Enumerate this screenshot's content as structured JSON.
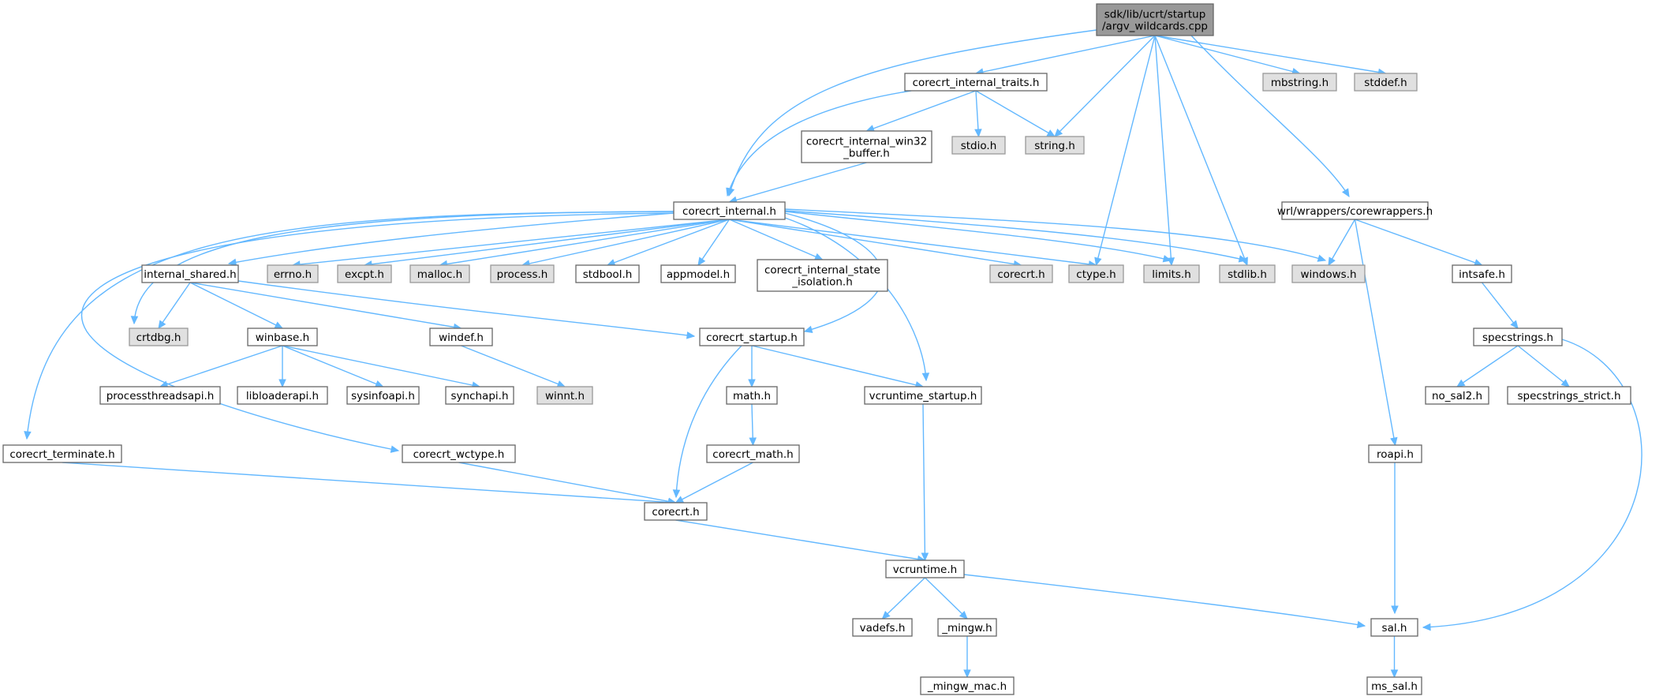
{
  "graph": {
    "root": "n_root",
    "colors": {
      "edge": "#63b8ff",
      "root_fill": "#999999",
      "grey_fill": "#e0e0e0",
      "normal_fill": "#ffffff",
      "border": "#666666"
    },
    "nodes": [
      {
        "id": "n_root",
        "lines": [
          "sdk/lib/ucrt/startup",
          "/argv_wildcards.cpp"
        ],
        "style": "root"
      },
      {
        "id": "n_traits",
        "lines": [
          "corecrt_internal_traits.h"
        ],
        "style": "normal"
      },
      {
        "id": "n_mbstring",
        "lines": [
          "mbstring.h"
        ],
        "style": "grey"
      },
      {
        "id": "n_stddef",
        "lines": [
          "stddef.h"
        ],
        "style": "grey"
      },
      {
        "id": "n_win32buf",
        "lines": [
          "corecrt_internal_win32",
          "_buffer.h"
        ],
        "style": "normal"
      },
      {
        "id": "n_stdio",
        "lines": [
          "stdio.h"
        ],
        "style": "grey"
      },
      {
        "id": "n_string",
        "lines": [
          "string.h"
        ],
        "style": "grey"
      },
      {
        "id": "n_internal",
        "lines": [
          "corecrt_internal.h"
        ],
        "style": "normal"
      },
      {
        "id": "n_wrl",
        "lines": [
          "wrl/wrappers/corewrappers.h"
        ],
        "style": "normal"
      },
      {
        "id": "n_ishared",
        "lines": [
          "internal_shared.h"
        ],
        "style": "normal"
      },
      {
        "id": "n_errno",
        "lines": [
          "errno.h"
        ],
        "style": "grey"
      },
      {
        "id": "n_excpt",
        "lines": [
          "excpt.h"
        ],
        "style": "grey"
      },
      {
        "id": "n_malloc",
        "lines": [
          "malloc.h"
        ],
        "style": "grey"
      },
      {
        "id": "n_process",
        "lines": [
          "process.h"
        ],
        "style": "grey"
      },
      {
        "id": "n_stdbool",
        "lines": [
          "stdbool.h"
        ],
        "style": "normal"
      },
      {
        "id": "n_appmodel",
        "lines": [
          "appmodel.h"
        ],
        "style": "normal"
      },
      {
        "id": "n_stateiso",
        "lines": [
          "corecrt_internal_state",
          "_isolation.h"
        ],
        "style": "normal"
      },
      {
        "id": "n_corecrt_g",
        "lines": [
          "corecrt.h"
        ],
        "style": "grey"
      },
      {
        "id": "n_ctype",
        "lines": [
          "ctype.h"
        ],
        "style": "grey"
      },
      {
        "id": "n_limits",
        "lines": [
          "limits.h"
        ],
        "style": "grey"
      },
      {
        "id": "n_stdlib",
        "lines": [
          "stdlib.h"
        ],
        "style": "grey"
      },
      {
        "id": "n_windows",
        "lines": [
          "windows.h"
        ],
        "style": "grey"
      },
      {
        "id": "n_intsafe",
        "lines": [
          "intsafe.h"
        ],
        "style": "normal"
      },
      {
        "id": "n_crtdbg",
        "lines": [
          "crtdbg.h"
        ],
        "style": "grey"
      },
      {
        "id": "n_winbase",
        "lines": [
          "winbase.h"
        ],
        "style": "normal"
      },
      {
        "id": "n_windef",
        "lines": [
          "windef.h"
        ],
        "style": "normal"
      },
      {
        "id": "n_startup",
        "lines": [
          "corecrt_startup.h"
        ],
        "style": "normal"
      },
      {
        "id": "n_specstr",
        "lines": [
          "specstrings.h"
        ],
        "style": "normal"
      },
      {
        "id": "n_procthr",
        "lines": [
          "processthreadsapi.h"
        ],
        "style": "normal"
      },
      {
        "id": "n_libload",
        "lines": [
          "libloaderapi.h"
        ],
        "style": "normal"
      },
      {
        "id": "n_sysinfo",
        "lines": [
          "sysinfoapi.h"
        ],
        "style": "normal"
      },
      {
        "id": "n_synch",
        "lines": [
          "synchapi.h"
        ],
        "style": "normal"
      },
      {
        "id": "n_winnt",
        "lines": [
          "winnt.h"
        ],
        "style": "grey"
      },
      {
        "id": "n_math",
        "lines": [
          "math.h"
        ],
        "style": "normal"
      },
      {
        "id": "n_vcstartup",
        "lines": [
          "vcruntime_startup.h"
        ],
        "style": "normal"
      },
      {
        "id": "n_nosal2",
        "lines": [
          "no_sal2.h"
        ],
        "style": "normal"
      },
      {
        "id": "n_specstrict",
        "lines": [
          "specstrings_strict.h"
        ],
        "style": "normal"
      },
      {
        "id": "n_terminate",
        "lines": [
          "corecrt_terminate.h"
        ],
        "style": "normal"
      },
      {
        "id": "n_wctype",
        "lines": [
          "corecrt_wctype.h"
        ],
        "style": "normal"
      },
      {
        "id": "n_cmath",
        "lines": [
          "corecrt_math.h"
        ],
        "style": "normal"
      },
      {
        "id": "n_roapi",
        "lines": [
          "roapi.h"
        ],
        "style": "normal"
      },
      {
        "id": "n_corecrt",
        "lines": [
          "corecrt.h"
        ],
        "style": "normal"
      },
      {
        "id": "n_vcruntime",
        "lines": [
          "vcruntime.h"
        ],
        "style": "normal"
      },
      {
        "id": "n_vadefs",
        "lines": [
          "vadefs.h"
        ],
        "style": "normal"
      },
      {
        "id": "n_mingw",
        "lines": [
          "_mingw.h"
        ],
        "style": "normal"
      },
      {
        "id": "n_sal",
        "lines": [
          "sal.h"
        ],
        "style": "normal"
      },
      {
        "id": "n_mingwmac",
        "lines": [
          "_mingw_mac.h"
        ],
        "style": "normal"
      },
      {
        "id": "n_mssal",
        "lines": [
          "ms_sal.h"
        ],
        "style": "normal"
      }
    ],
    "edges": [
      [
        "n_root",
        "n_internal"
      ],
      [
        "n_root",
        "n_traits"
      ],
      [
        "n_root",
        "n_string"
      ],
      [
        "n_root",
        "n_ctype"
      ],
      [
        "n_root",
        "n_limits"
      ],
      [
        "n_root",
        "n_stdlib"
      ],
      [
        "n_root",
        "n_wrl"
      ],
      [
        "n_root",
        "n_mbstring"
      ],
      [
        "n_root",
        "n_stddef"
      ],
      [
        "n_traits",
        "n_internal"
      ],
      [
        "n_traits",
        "n_win32buf"
      ],
      [
        "n_traits",
        "n_stdio"
      ],
      [
        "n_traits",
        "n_string"
      ],
      [
        "n_win32buf",
        "n_internal"
      ],
      [
        "n_internal",
        "n_ishared"
      ],
      [
        "n_internal",
        "n_errno"
      ],
      [
        "n_internal",
        "n_excpt"
      ],
      [
        "n_internal",
        "n_malloc"
      ],
      [
        "n_internal",
        "n_process"
      ],
      [
        "n_internal",
        "n_stdbool"
      ],
      [
        "n_internal",
        "n_appmodel"
      ],
      [
        "n_internal",
        "n_stateiso"
      ],
      [
        "n_internal",
        "n_corecrt_g"
      ],
      [
        "n_internal",
        "n_ctype"
      ],
      [
        "n_internal",
        "n_limits"
      ],
      [
        "n_internal",
        "n_stdlib"
      ],
      [
        "n_internal",
        "n_windows"
      ],
      [
        "n_internal",
        "n_crtdbg"
      ],
      [
        "n_internal",
        "n_startup"
      ],
      [
        "n_internal",
        "n_vcstartup"
      ],
      [
        "n_internal",
        "n_terminate"
      ],
      [
        "n_internal",
        "n_wctype"
      ],
      [
        "n_wrl",
        "n_windows"
      ],
      [
        "n_wrl",
        "n_intsafe"
      ],
      [
        "n_wrl",
        "n_roapi"
      ],
      [
        "n_ishared",
        "n_crtdbg"
      ],
      [
        "n_ishared",
        "n_winbase"
      ],
      [
        "n_ishared",
        "n_windef"
      ],
      [
        "n_ishared",
        "n_startup"
      ],
      [
        "n_winbase",
        "n_procthr"
      ],
      [
        "n_winbase",
        "n_libload"
      ],
      [
        "n_winbase",
        "n_sysinfo"
      ],
      [
        "n_winbase",
        "n_synch"
      ],
      [
        "n_windef",
        "n_winnt"
      ],
      [
        "n_startup",
        "n_math"
      ],
      [
        "n_startup",
        "n_vcstartup"
      ],
      [
        "n_startup",
        "n_corecrt"
      ],
      [
        "n_intsafe",
        "n_specstr"
      ],
      [
        "n_specstr",
        "n_nosal2"
      ],
      [
        "n_specstr",
        "n_specstrict"
      ],
      [
        "n_specstr",
        "n_sal"
      ],
      [
        "n_math",
        "n_cmath"
      ],
      [
        "n_cmath",
        "n_corecrt"
      ],
      [
        "n_vcstartup",
        "n_vcruntime"
      ],
      [
        "n_terminate",
        "n_corecrt"
      ],
      [
        "n_wctype",
        "n_corecrt"
      ],
      [
        "n_corecrt",
        "n_vcruntime"
      ],
      [
        "n_roapi",
        "n_sal"
      ],
      [
        "n_vcruntime",
        "n_vadefs"
      ],
      [
        "n_vcruntime",
        "n_mingw"
      ],
      [
        "n_vcruntime",
        "n_sal"
      ],
      [
        "n_mingw",
        "n_mingwmac"
      ],
      [
        "n_sal",
        "n_mssal"
      ]
    ]
  }
}
